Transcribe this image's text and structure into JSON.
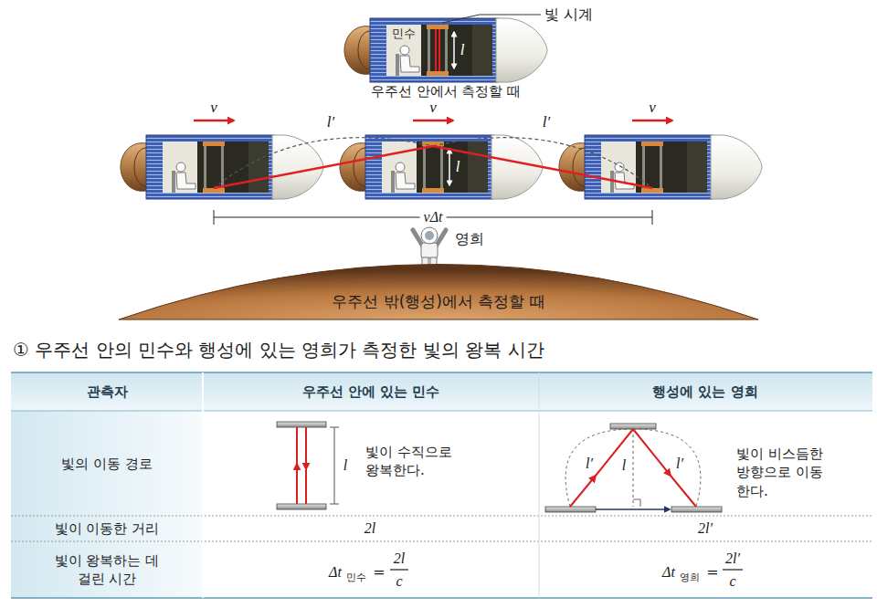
{
  "diagram": {
    "caption": "① 우주선 안의 민수와 행성에 있는 영희가 측정한 빛의 왕복 시간",
    "nodes": [
      {
        "text": [
          "우주선 밖(행성)에서 측정할 때"
        ]
      }
    ],
    "labels": [
      "빛 시계",
      "민수",
      "l",
      "우주선 안에서 측정할 때",
      "v",
      "v",
      "v",
      "l′",
      "l′",
      "l",
      "vΔt",
      "영희",
      "관측자",
      "우주선 안에 있는 민수",
      "행성에 있는 영희",
      "빛의 이동 경로",
      "l",
      "빛이 수직으로 왕복한다.",
      "l′",
      "l",
      "l′",
      "빛이 비스듬한 방향으로 이동한다.",
      "빛이 이동한 거리",
      "2l",
      "2l′",
      "빛이 왕복하는 데 걸린 시간",
      "Δt",
      "민수",
      "=",
      "2l",
      "c",
      "Δt",
      "영희",
      "=",
      "2l′",
      "c"
    ]
  }
}
